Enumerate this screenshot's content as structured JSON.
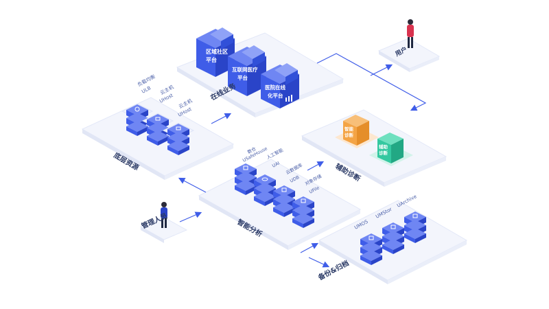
{
  "colors": {
    "accent": "#3f5de8",
    "accent_dark": "#2a44c8",
    "platform": "#f3f5fc",
    "orange": "#f4a445",
    "green": "#34c8a0"
  },
  "nodes": {
    "business": {
      "label": "在线业务",
      "blocks": [
        "区域社区\n平台",
        "互联网医疗\n平台",
        "医院在线\n化平台"
      ]
    },
    "user": {
      "label": "用户"
    },
    "base": {
      "label": "底层资源",
      "services": [
        {
          "cn": "负载均衡",
          "en": "ULB"
        },
        {
          "cn": "云主机",
          "en": "UHost"
        },
        {
          "cn": "云主机",
          "en": "UHost"
        }
      ]
    },
    "diagnosis": {
      "label": "辅助诊断",
      "boxes": [
        "智能\n诊断",
        "辅助\n诊断"
      ]
    },
    "analysis": {
      "label": "智能分析",
      "services": [
        {
          "cn": "数仓",
          "en": "USafeHouse"
        },
        {
          "cn": "人工智能",
          "en": "UAI"
        },
        {
          "cn": "云数据库",
          "en": "UDB"
        },
        {
          "cn": "对象存储",
          "en": "UFile"
        }
      ]
    },
    "admin": {
      "label": "管理人员"
    },
    "backup": {
      "label": "备份&归档",
      "services": [
        "UMOS",
        "UMStor",
        "UArchive"
      ]
    }
  }
}
